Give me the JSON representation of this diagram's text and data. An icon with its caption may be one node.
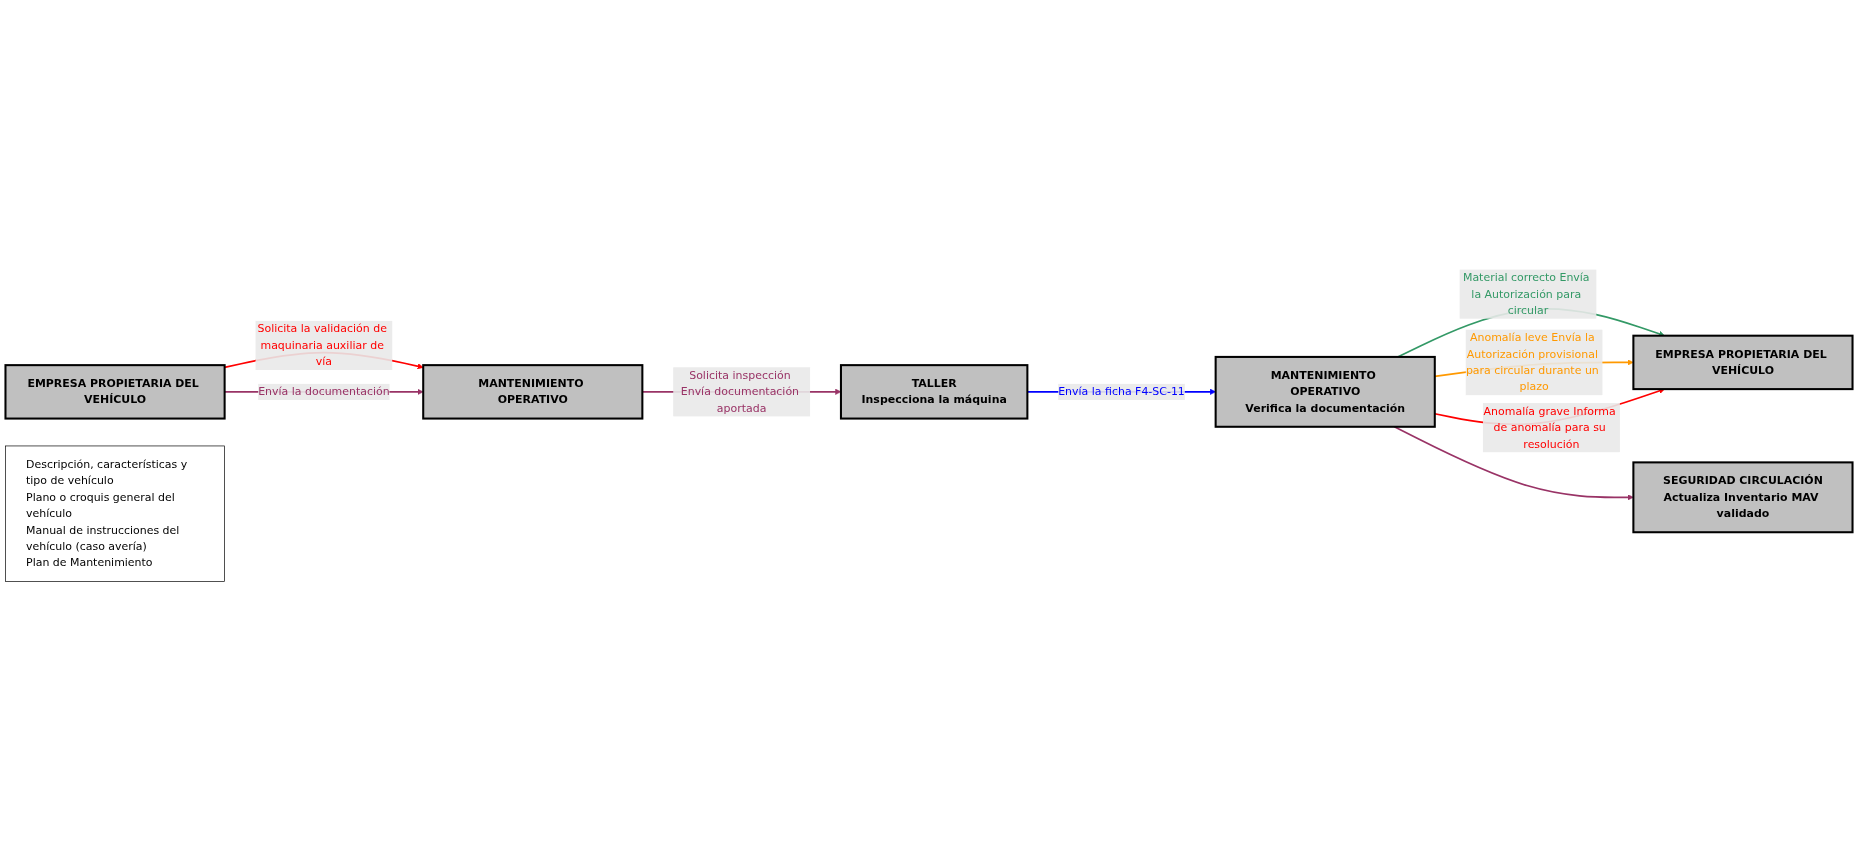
{
  "diagram": {
    "nodes": [
      {
        "text": [
          "EMPRESA PROPIETARIA DEL VEHÍCULO"
        ]
      },
      {
        "text": [
          "MANTENIMIENTO OPERATIVO"
        ]
      },
      {
        "text": [
          "TALLER",
          "Inspecciona la máquina"
        ]
      },
      {
        "text": [
          "Descripción, características y tipo de vehículo",
          "Plano o croquis general del vehículo",
          "Manual de instrucciones del vehículo (caso avería)",
          "Plan de Mantenimiento"
        ]
      },
      {
        "text": [
          "MANTENIMIENTO OPERATIVO",
          "Verifica la documentación"
        ]
      },
      {
        "text": [
          "EMPRESA PROPIETARIA DEL VEHÍCULO"
        ]
      },
      {
        "text": [
          "SEGURIDAD CIRCULACIÓN",
          "Actualiza Inventario MAV validado"
        ]
      }
    ],
    "edges": [
      {
        "from": 0,
        "to": 1,
        "arrow": "to",
        "label": "Solicita la validación de maquinaria auxiliar de vía",
        "color": "#ff0000"
      },
      {
        "from": 0,
        "to": 1,
        "arrow": "to",
        "label": "Envía la documentación"
      },
      {
        "from": 1,
        "to": 2,
        "arrow": "to",
        "label": "Solicita inspección Envía documentación aportada"
      },
      {
        "from": 2,
        "to": 4,
        "arrow": "to",
        "label": "Envía la ficha F4-SC-11",
        "color": "#0000ff"
      },
      {
        "from": 4,
        "to": 5,
        "arrow": "to",
        "label": "Material correcto Envía la Autorización para circular",
        "color": "#339966"
      },
      {
        "from": 4,
        "to": 5,
        "arrow": "to",
        "label": "Anomalía leve Envía la Autorización provisional para circular durante un plazo",
        "color": "#ff9900"
      },
      {
        "from": 4,
        "to": 5,
        "arrow": "to",
        "label": "Anomalía grave Informa de anomalía para su resolución",
        "color": "#ff0000"
      },
      {
        "from": 4,
        "to": 6,
        "arrow": "to"
      }
    ]
  }
}
